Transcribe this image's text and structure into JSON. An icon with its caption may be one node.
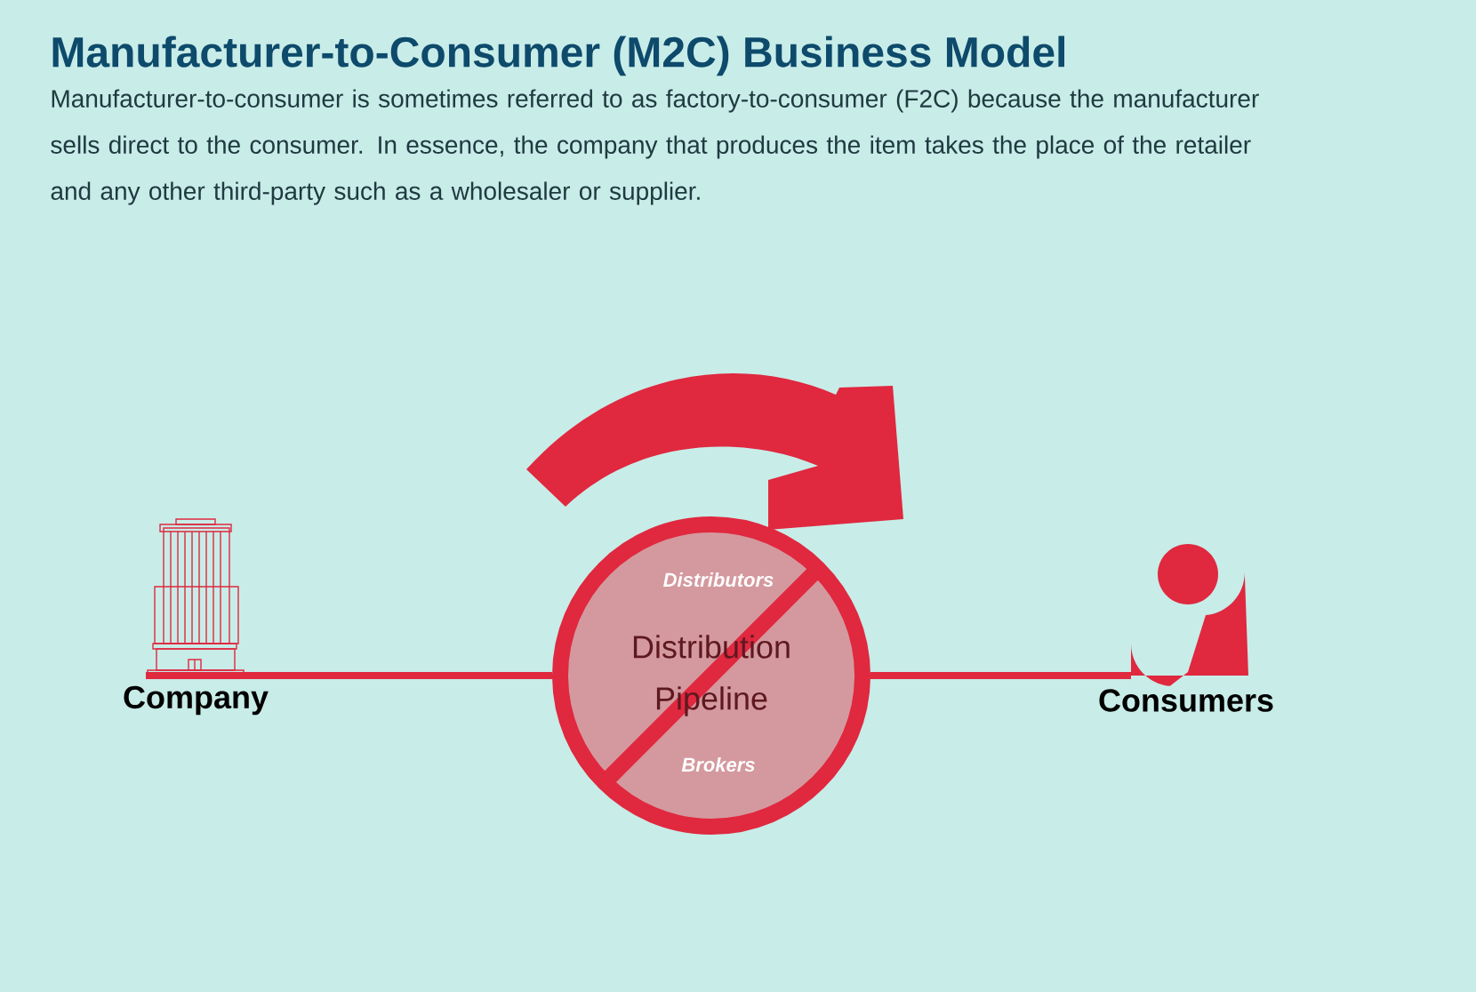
{
  "diagram": {
    "title": "Manufacturer-to-Consumer (M2C) Business Model",
    "caption": "Manufacturer-to-consumer is sometimes referred to as factory-to-consumer (F2C) because the manufacturer sells direct to the consumer. In essence, the company that produces the item takes the place of the retailer and any other third-party such as a wholesaler or supplier.",
    "nodes": [
      {
        "text": [
          "Company"
        ]
      },
      {
        "text": [
          "Distributors",
          "Distribution Pipeline",
          "Brokers"
        ]
      },
      {
        "text": [
          "Consumers"
        ]
      }
    ],
    "edges": [
      {
        "from": 0,
        "to": 1,
        "arrow": "none"
      },
      {
        "from": 1,
        "to": 2,
        "arrow": "none"
      }
    ]
  }
}
